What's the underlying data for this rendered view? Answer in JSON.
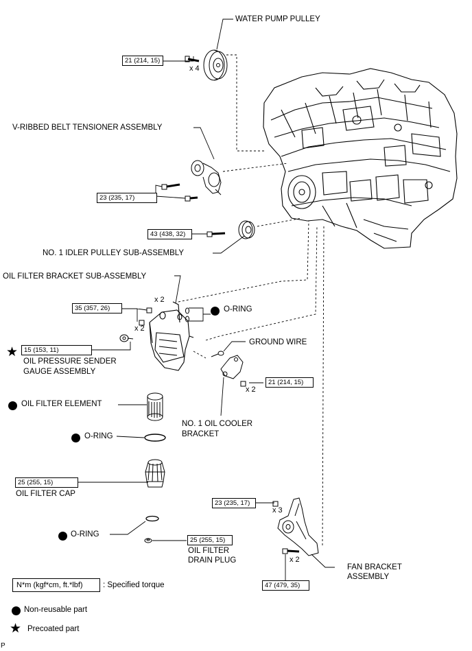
{
  "labels": {
    "water_pump_pulley": "WATER PUMP PULLEY",
    "v_ribbed_belt_tensioner": "V-RIBBED BELT TENSIONER ASSEMBLY",
    "no1_idler_pulley": "NO. 1 IDLER PULLEY SUB-ASSEMBLY",
    "oil_filter_bracket": "OIL FILTER BRACKET SUB-ASSEMBLY",
    "o_ring_bracket": "O-RING",
    "ground_wire": "GROUND WIRE",
    "oil_pressure_sender_line1": "OIL PRESSURE SENDER",
    "oil_pressure_sender_line2": "GAUGE ASSEMBLY",
    "oil_filter_element": "OIL FILTER ELEMENT",
    "no1_oil_cooler_line1": "NO. 1 OIL COOLER",
    "no1_oil_cooler_line2": "BRACKET",
    "o_ring_cap": "O-RING",
    "oil_filter_cap": "OIL FILTER CAP",
    "o_ring_drain": "O-RING",
    "drain_plug_line1": "OIL FILTER",
    "drain_plug_line2": "DRAIN PLUG",
    "fan_bracket_line1": "FAN BRACKET",
    "fan_bracket_line2": "ASSEMBLY"
  },
  "torques": {
    "water_pump_pulley": "21 (214, 15)",
    "tensioner": "23 (235, 17)",
    "idler": "43 (438, 32)",
    "bracket": "35 (357, 26)",
    "sender": "15 (153, 11)",
    "cooler_bracket": "21 (214, 15)",
    "oil_filter_cap": "25 (255, 15)",
    "drain_plug": "25 (255, 15)",
    "fan_bracket_top": "23 (235, 17)",
    "fan_bracket_bottom": "47 (479, 35)"
  },
  "quantities": {
    "water_pump": "x 4",
    "bracket_top": "x 2",
    "bracket_bottom": "x 2",
    "cooler_bracket": "x 2",
    "fan_top": "x 3",
    "fan_bottom": "x 2"
  },
  "legend": {
    "torque_box": "N*m (kgf*cm, ft.*lbf)",
    "torque_desc": ": Specified torque",
    "non_reusable": "Non-reusable part",
    "precoated": "Precoated part"
  },
  "footer": {
    "code": "P"
  }
}
